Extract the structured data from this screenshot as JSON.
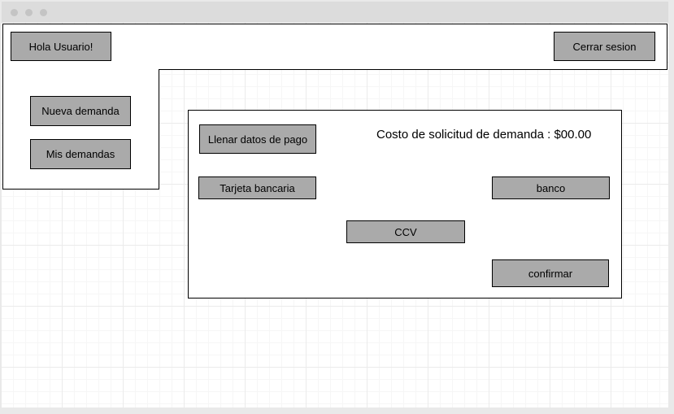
{
  "header": {
    "greeting_label": "Hola Usuario!",
    "logout_label": "Cerrar sesion"
  },
  "sidebar": {
    "items": [
      {
        "label": "Nueva demanda"
      },
      {
        "label": "Mis demandas"
      }
    ]
  },
  "payment": {
    "fill_payment_label": "Llenar datos de pago",
    "cost_text": "Costo de solicitud de demanda : $00.00",
    "card_label": "Tarjeta bancaria",
    "bank_label": "banco",
    "ccv_label": "CCV",
    "confirm_label": "confirmar"
  },
  "colors": {
    "button_fill": "#aaaaaa",
    "border": "#000000",
    "titlebar": "#dcdcdc"
  }
}
